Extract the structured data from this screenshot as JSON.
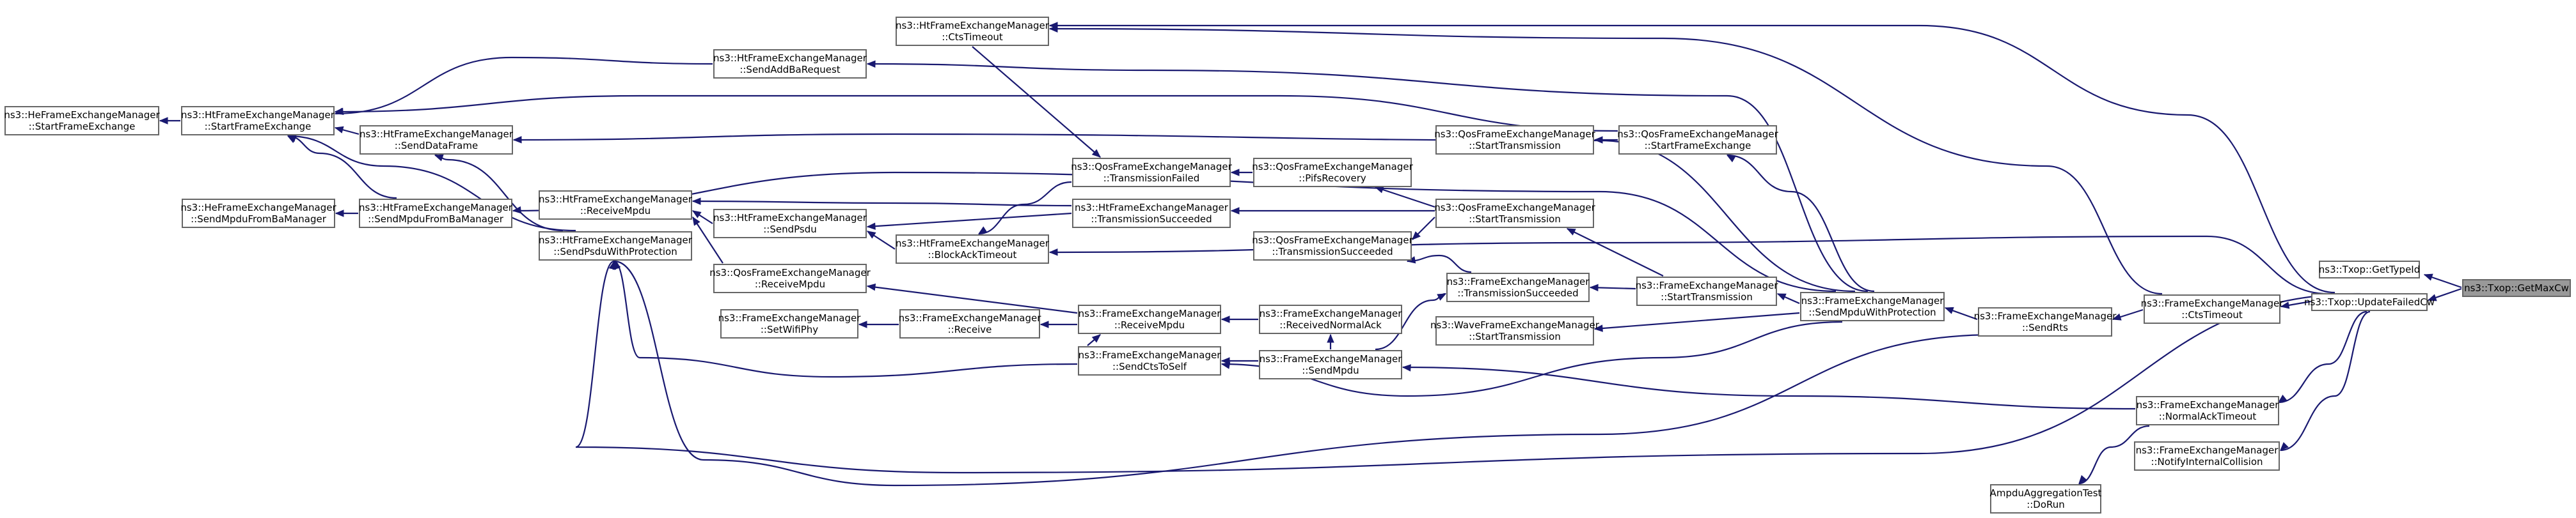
{
  "nodes": [
    {
      "id": "getmaxcw",
      "lines": [
        "ns3::Txop::GetMaxCw"
      ],
      "highlight": true
    },
    {
      "id": "gettypeid",
      "lines": [
        "ns3::Txop::GetTypeId"
      ]
    },
    {
      "id": "updatefailedcw",
      "lines": [
        "ns3::Txop::UpdateFailedCw"
      ]
    },
    {
      "id": "fem_ctstimeout",
      "lines": [
        "ns3::FrameExchangeManager",
        "::CtsTimeout"
      ]
    },
    {
      "id": "fem_normalacktimeout",
      "lines": [
        "ns3::FrameExchangeManager",
        "::NormalAckTimeout"
      ]
    },
    {
      "id": "fem_notifyinternalcollision",
      "lines": [
        "ns3::FrameExchangeManager",
        "::NotifyInternalCollision"
      ]
    },
    {
      "id": "fem_sendrts",
      "lines": [
        "ns3::FrameExchangeManager",
        "::SendRts"
      ]
    },
    {
      "id": "ampdu_dorun",
      "lines": [
        "AmpduAggregationTest",
        "::DoRun"
      ]
    },
    {
      "id": "fem_sendmpduwithprotection",
      "lines": [
        "ns3::FrameExchangeManager",
        "::SendMpduWithProtection"
      ]
    },
    {
      "id": "htfem_ctstimeout",
      "lines": [
        "ns3::HtFrameExchangeManager",
        "::CtsTimeout"
      ]
    },
    {
      "id": "htfem_sendaddbarequest",
      "lines": [
        "ns3::HtFrameExchangeManager",
        "::SendAddBaRequest"
      ]
    },
    {
      "id": "hefem_startframeexchange",
      "lines": [
        "ns3::HeFrameExchangeManager",
        "::StartFrameExchange"
      ]
    },
    {
      "id": "htfem_startframeexchange",
      "lines": [
        "ns3::HtFrameExchangeManager",
        "::StartFrameExchange"
      ]
    },
    {
      "id": "htfem_senddataframe",
      "lines": [
        "ns3::HtFrameExchangeManager",
        "::SendDataFrame"
      ]
    },
    {
      "id": "qosfem_starttransmission_a",
      "lines": [
        "ns3::QosFrameExchangeManager",
        "::StartTransmission"
      ]
    },
    {
      "id": "qosfem_startframeexchange",
      "lines": [
        "ns3::QosFrameExchangeManager",
        "::StartFrameExchange"
      ]
    },
    {
      "id": "qosfem_transmissionfailed",
      "lines": [
        "ns3::QosFrameExchangeManager",
        "::TransmissionFailed"
      ]
    },
    {
      "id": "qosfem_pifsrecovery",
      "lines": [
        "ns3::QosFrameExchangeManager",
        "::PifsRecovery"
      ]
    },
    {
      "id": "hefem_sendmpdufromba",
      "lines": [
        "ns3::HeFrameExchangeManager",
        "::SendMpduFromBaManager"
      ]
    },
    {
      "id": "htfem_sendmpdufromba",
      "lines": [
        "ns3::HtFrameExchangeManager",
        "::SendMpduFromBaManager"
      ]
    },
    {
      "id": "htfem_receivempdu",
      "lines": [
        "ns3::HtFrameExchangeManager",
        "::ReceiveMpdu"
      ]
    },
    {
      "id": "htfem_sendpsdu",
      "lines": [
        "ns3::HtFrameExchangeManager",
        "::SendPsdu"
      ]
    },
    {
      "id": "htfem_transmissionsucceeded",
      "lines": [
        "ns3::HtFrameExchangeManager",
        "::TransmissionSucceeded"
      ]
    },
    {
      "id": "qosfem_starttransmission_b",
      "lines": [
        "ns3::QosFrameExchangeManager",
        "::StartTransmission"
      ]
    },
    {
      "id": "htfem_sendpsduwithprotection",
      "lines": [
        "ns3::HtFrameExchangeManager",
        "::SendPsduWithProtection"
      ]
    },
    {
      "id": "htfem_blockacktimeout",
      "lines": [
        "ns3::HtFrameExchangeManager",
        "::BlockAckTimeout"
      ]
    },
    {
      "id": "qosfem_transmissionsucceeded",
      "lines": [
        "ns3::QosFrameExchangeManager",
        "::TransmissionSucceeded"
      ]
    },
    {
      "id": "qosfem_receivempdu",
      "lines": [
        "ns3::QosFrameExchangeManager",
        "::ReceiveMpdu"
      ]
    },
    {
      "id": "fem_transmissionsucceeded",
      "lines": [
        "ns3::FrameExchangeManager",
        "::TransmissionSucceeded"
      ]
    },
    {
      "id": "fem_starttransmission",
      "lines": [
        "ns3::FrameExchangeManager",
        "::StartTransmission"
      ]
    },
    {
      "id": "fem_receivempdu",
      "lines": [
        "ns3::FrameExchangeManager",
        "::ReceiveMpdu"
      ]
    },
    {
      "id": "fem_receivednormalack",
      "lines": [
        "ns3::FrameExchangeManager",
        "::ReceivedNormalAck"
      ]
    },
    {
      "id": "wavefem_starttransmission",
      "lines": [
        "ns3::WaveFrameExchangeManager",
        "::StartTransmission"
      ]
    },
    {
      "id": "fem_setwifiphy",
      "lines": [
        "ns3::FrameExchangeManager",
        "::SetWifiPhy"
      ]
    },
    {
      "id": "fem_receive",
      "lines": [
        "ns3::FrameExchangeManager",
        "::Receive"
      ]
    },
    {
      "id": "fem_sendctstoself",
      "lines": [
        "ns3::FrameExchangeManager",
        "::SendCtsToSelf"
      ]
    },
    {
      "id": "fem_sendmpdu",
      "lines": [
        "ns3::FrameExchangeManager",
        "::SendMpdu"
      ]
    }
  ],
  "edges": [
    [
      "getmaxcw",
      "gettypeid"
    ],
    [
      "getmaxcw",
      "updatefailedcw"
    ],
    [
      "updatefailedcw",
      "fem_ctstimeout"
    ],
    [
      "updatefailedcw",
      "fem_normalacktimeout"
    ],
    [
      "updatefailedcw",
      "fem_notifyinternalcollision"
    ],
    [
      "updatefailedcw",
      "htfem_ctstimeout"
    ],
    [
      "updatefailedcw",
      "htfem_blockacktimeout"
    ],
    [
      "updatefailedcw",
      "fem_sendmpduwithprotection"
    ],
    [
      "fem_ctstimeout",
      "fem_sendrts"
    ],
    [
      "fem_ctstimeout",
      "htfem_ctstimeout"
    ],
    [
      "fem_normalacktimeout",
      "fem_sendmpdu"
    ],
    [
      "fem_normalacktimeout",
      "ampdu_dorun"
    ],
    [
      "fem_sendrts",
      "fem_sendmpduwithprotection"
    ],
    [
      "fem_sendrts",
      "htfem_sendpsduwithprotection"
    ],
    [
      "fem_sendmpduwithprotection",
      "htfem_sendaddbarequest"
    ],
    [
      "fem_sendmpduwithprotection",
      "htfem_senddataframe"
    ],
    [
      "fem_sendmpduwithprotection",
      "qosfem_startframeexchange"
    ],
    [
      "fem_sendmpduwithprotection",
      "fem_starttransmission"
    ],
    [
      "fem_sendmpduwithprotection",
      "wavefem_starttransmission"
    ],
    [
      "fem_sendmpduwithprotection",
      "htfem_sendmpdufromba"
    ],
    [
      "fem_sendmpduwithprotection",
      "fem_sendctstoself"
    ],
    [
      "htfem_sendaddbarequest",
      "htfem_startframeexchange"
    ],
    [
      "htfem_startframeexchange",
      "hefem_startframeexchange"
    ],
    [
      "htfem_senddataframe",
      "htfem_startframeexchange"
    ],
    [
      "qosfem_startframeexchange",
      "qosfem_starttransmission_a"
    ],
    [
      "qosfem_startframeexchange",
      "htfem_startframeexchange"
    ],
    [
      "htfem_ctstimeout",
      "qosfem_transmissionfailed"
    ],
    [
      "qosfem_transmissionfailed",
      "htfem_blockacktimeout"
    ],
    [
      "qosfem_transmissionfailed",
      "qosfem_pifsrecovery"
    ],
    [
      "htfem_sendmpdufromba",
      "hefem_sendmpdufromba"
    ],
    [
      "htfem_sendmpdufromba",
      "htfem_startframeexchange"
    ],
    [
      "htfem_sendpsdu",
      "htfem_receivempdu"
    ],
    [
      "htfem_transmissionsucceeded",
      "htfem_sendpsdu"
    ],
    [
      "htfem_transmissionsucceeded",
      "htfem_receivempdu"
    ],
    [
      "htfem_blockacktimeout",
      "htfem_sendpsdu"
    ],
    [
      "htfem_sendpsduwithprotection",
      "htfem_startframeexchange"
    ],
    [
      "htfem_sendpsduwithprotection",
      "htfem_senddataframe"
    ],
    [
      "qosfem_starttransmission_b",
      "qosfem_pifsrecovery"
    ],
    [
      "qosfem_starttransmission_b",
      "htfem_transmissionsucceeded"
    ],
    [
      "qosfem_starttransmission_b",
      "qosfem_transmissionsucceeded"
    ],
    [
      "qosfem_receivempdu",
      "htfem_receivempdu"
    ],
    [
      "fem_transmissionsucceeded",
      "qosfem_starttransmission_b"
    ],
    [
      "fem_starttransmission",
      "qosfem_starttransmission_b"
    ],
    [
      "fem_starttransmission",
      "fem_transmissionsucceeded"
    ],
    [
      "fem_receivempdu",
      "qosfem_receivempdu"
    ],
    [
      "fem_receivempdu",
      "fem_receive"
    ],
    [
      "fem_receivednormalack",
      "fem_receivempdu"
    ],
    [
      "fem_receive",
      "fem_setwifiphy"
    ],
    [
      "fem_sendctstoself",
      "fem_receivempdu"
    ],
    [
      "fem_sendctstoself",
      "htfem_sendpsduwithprotection"
    ],
    [
      "fem_sendmpdu",
      "fem_receivednormalack"
    ],
    [
      "fem_sendmpdu",
      "fem_sendctstoself"
    ],
    [
      "fem_sendmpdu",
      "fem_transmissionsucceeded"
    ]
  ]
}
